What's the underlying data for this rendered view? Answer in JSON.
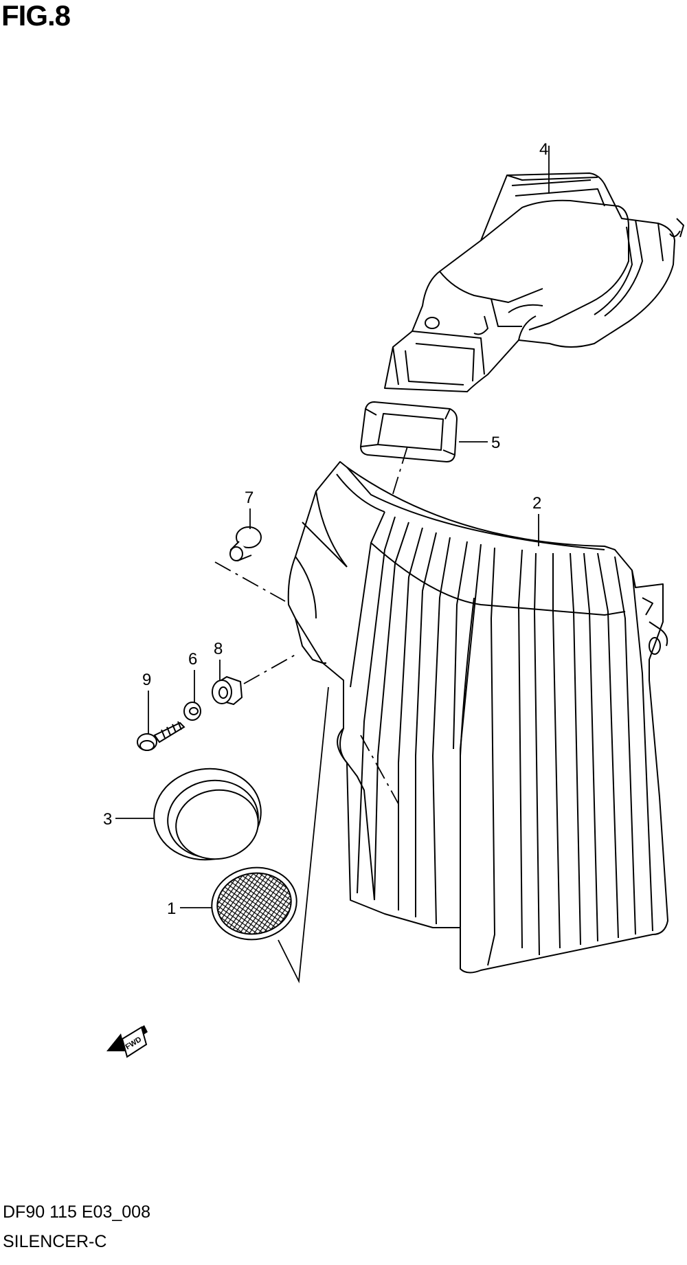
{
  "figure": {
    "title": "FIG.8",
    "code": "DF90 115 E03_008",
    "name": "SILENCER-C"
  },
  "callouts": [
    "1",
    "2",
    "3",
    "4",
    "5",
    "6",
    "7",
    "8",
    "9"
  ],
  "direction_badge": "FWD",
  "colors": {
    "line": "#000000",
    "background": "#ffffff"
  }
}
